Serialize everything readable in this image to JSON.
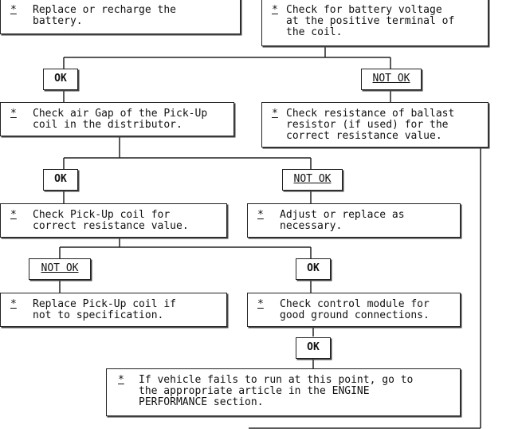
{
  "flowchart": {
    "bullet": "*",
    "boxes": {
      "replace_battery": "Replace or recharge the\nbattery.",
      "check_voltage": "Check for battery voltage\nat the positive terminal of\nthe coil.",
      "check_air_gap": "Check air Gap of the Pick-Up\ncoil in the distributor.",
      "check_ballast": "Check resistance of ballast\nresistor (if used) for the\ncorrect resistance value.",
      "check_pickup_resistance": "Check Pick-Up coil for\ncorrect resistance value.",
      "adjust_replace": "Adjust or replace as\nnecessary.",
      "replace_pickup": "Replace Pick-Up coil if\nnot to specification.",
      "check_ground": "Check control module for\ngood ground connections.",
      "engine_performance": "If vehicle fails to run at this point, go to\nthe appropriate article in the ENGINE\nPERFORMANCE section."
    },
    "tags": {
      "ok": "OK",
      "not_ok": "NOT OK"
    }
  }
}
